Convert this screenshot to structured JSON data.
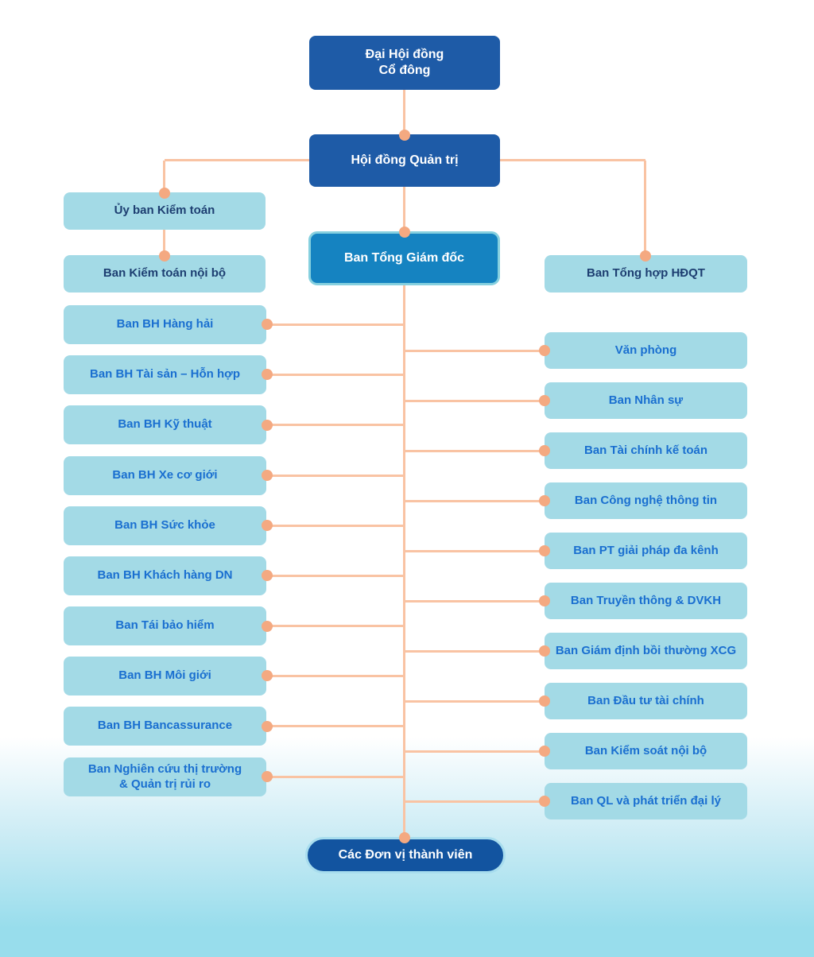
{
  "diagram": {
    "type": "org-chart",
    "language": "vi",
    "root": "Đại Hội đồng Cổ đông"
  },
  "nodes": {
    "shareholders_meeting": "Đại Hội đồng\nCổ đông",
    "board_of_directors": "Hội đồng Quản trị",
    "audit_committee": "Ủy ban Kiểm toán",
    "internal_audit": "Ban Kiểm toán nội bộ",
    "ceo_board": "Ban Tổng Giám đốc",
    "board_general_office": "Ban Tổng hợp HĐQT",
    "member_units": "Các Đơn vị thành viên"
  },
  "left_column": [
    "Ban BH Hàng hải",
    "Ban BH Tài sản – Hỗn hợp",
    "Ban BH Kỹ thuật",
    "Ban BH Xe cơ giới",
    "Ban BH Sức khỏe",
    "Ban BH Khách hàng DN",
    "Ban Tái bảo hiểm",
    "Ban BH Môi giới",
    "Ban BH Bancassurance",
    "Ban Nghiên cứu thị trường\n& Quản trị rủi ro"
  ],
  "right_column": [
    "Văn phòng",
    "Ban Nhân sự",
    "Ban Tài chính kế toán",
    "Ban Công nghệ thông tin",
    "Ban PT giải pháp đa kênh",
    "Ban Truyền thông & DVKH",
    "Ban Giám định bồi thường XCG",
    "Ban Đầu tư tài chính",
    "Ban Kiểm soát nội bộ",
    "Ban QL và phát triển đại lý"
  ],
  "colors": {
    "primary_dark": "#1e5ba7",
    "exec_blue": "#1583c1",
    "member_navy": "#1254a0",
    "node_light": "#a3dae6",
    "text_navy": "#1d3e71",
    "text_blue": "#1a6fd0",
    "connector_line": "#f9c3a3",
    "connector_dot": "#f4a981",
    "bg_bottom": "#98ddec"
  }
}
